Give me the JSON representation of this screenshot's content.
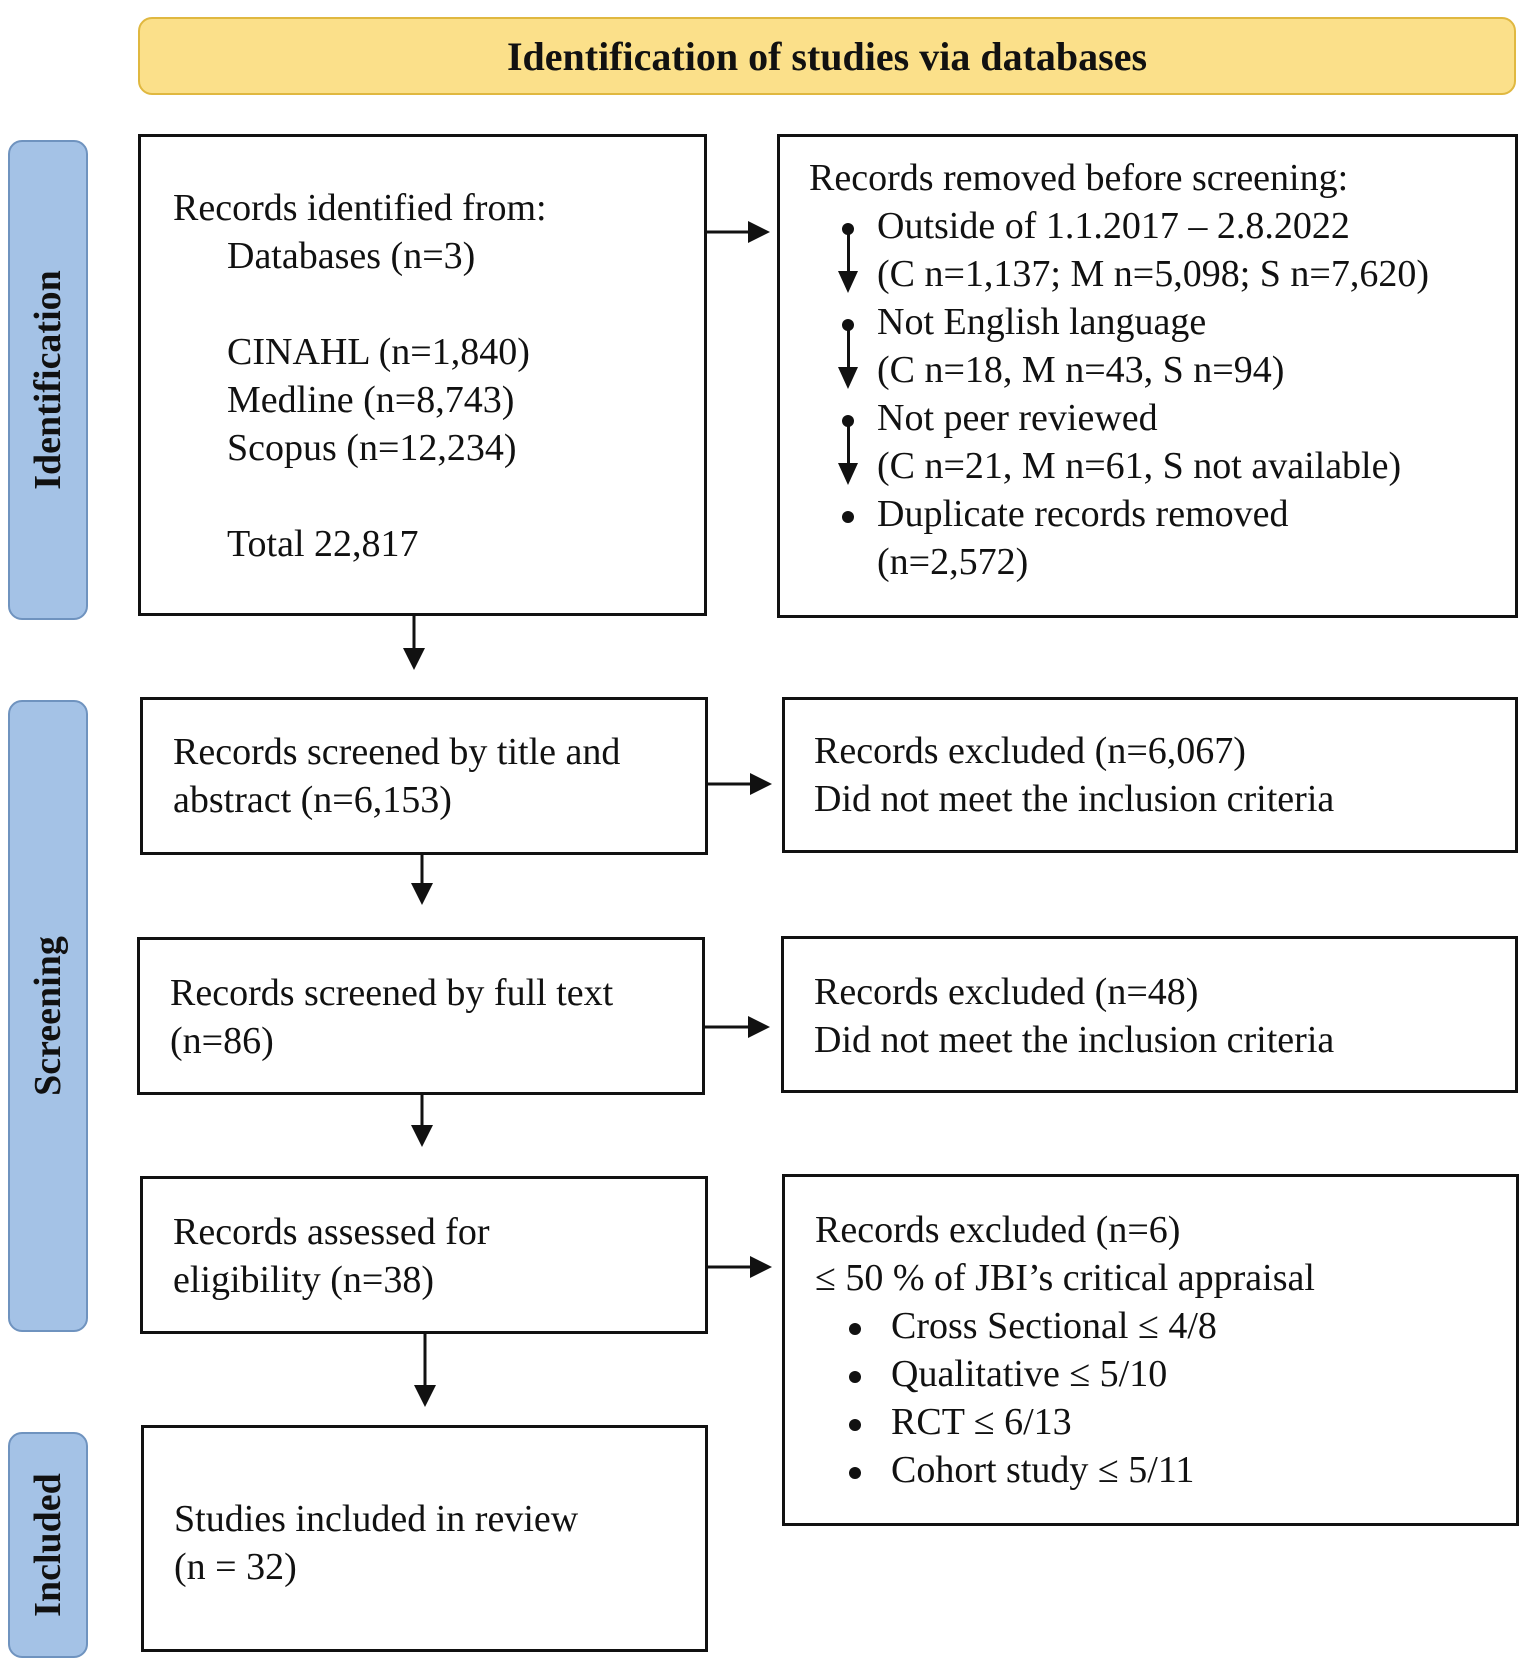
{
  "header": {
    "title": "Identification of studies via databases"
  },
  "phases": {
    "identification": "Identification",
    "screening": "Screening",
    "included": "Included"
  },
  "identified": {
    "title": "Records identified from:",
    "databases": "Databases (n=3)",
    "cinahl": "CINAHL (n=1,840)",
    "medline": "Medline (n=8,743)",
    "scopus": "Scopus (n=12,234)",
    "total": "Total 22,817"
  },
  "removed": {
    "title": "Records removed before screening:",
    "items": [
      {
        "line1": "Outside of 1.1.2017 – 2.8.2022",
        "line2": "(C n=1,137; M n=5,098; S n=7,620)"
      },
      {
        "line1": "Not English language",
        "line2": "(C n=18, M n=43, S n=94)"
      },
      {
        "line1": "Not peer reviewed",
        "line2": "(C n=21, M n=61, S not available)"
      },
      {
        "line1": "Duplicate records removed",
        "line2": "(n=2,572)"
      }
    ]
  },
  "screened_title": {
    "line1": "Records screened by title and",
    "line2": "abstract (n=6,153)"
  },
  "excluded_title": {
    "line1": "Records excluded (n=6,067)",
    "line2": "Did not meet the inclusion criteria"
  },
  "screened_full": {
    "line1": "Records screened by full text",
    "line2": "(n=86)"
  },
  "excluded_full": {
    "line1": "Records excluded (n=48)",
    "line2": "Did not meet the inclusion criteria"
  },
  "eligibility": {
    "line1": "Records assessed for",
    "line2": "eligibility (n=38)"
  },
  "excluded_eligibility": {
    "line1": "Records excluded (n=6)",
    "line2": "≤ 50 % of JBI’s critical appraisal",
    "items": [
      "Cross Sectional ≤ 4/8",
      "Qualitative ≤ 5/10",
      "RCT ≤ 6/13",
      "Cohort study ≤ 5/11"
    ]
  },
  "included": {
    "line1": "Studies included in review",
    "line2": "(n = 32)"
  }
}
